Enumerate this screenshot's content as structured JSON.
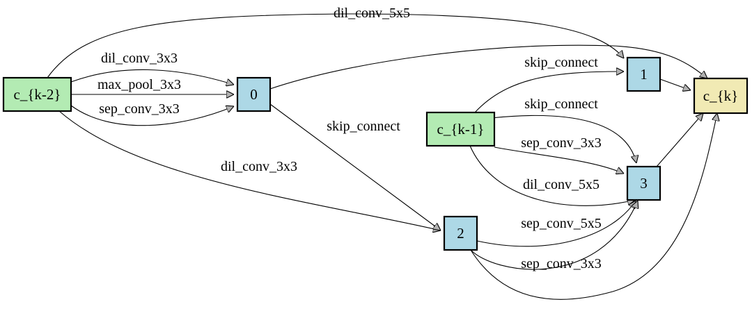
{
  "colors": {
    "input_node": "#b3ebb3",
    "intermediate_node": "#add8e6",
    "output_node": "#f1eab4",
    "edge": "#000000",
    "arrowhead": "#b0b0b0"
  },
  "nodes": [
    {
      "id": "ck2",
      "label": "c_{k-2}",
      "kind": "input_node"
    },
    {
      "id": "ck1",
      "label": "c_{k-1}",
      "kind": "input_node"
    },
    {
      "id": "n0",
      "label": "0",
      "kind": "intermediate_node"
    },
    {
      "id": "n1",
      "label": "1",
      "kind": "intermediate_node"
    },
    {
      "id": "n2",
      "label": "2",
      "kind": "intermediate_node"
    },
    {
      "id": "n3",
      "label": "3",
      "kind": "intermediate_node"
    },
    {
      "id": "ck",
      "label": "c_{k}",
      "kind": "output_node"
    }
  ],
  "edges": [
    {
      "id": "e-ck2-n1",
      "from": "ck2",
      "to": "n1",
      "label": "dil_conv_5x5"
    },
    {
      "id": "e-ck2-n0-a",
      "from": "ck2",
      "to": "n0",
      "label": "dil_conv_3x3"
    },
    {
      "id": "e-ck2-n0-b",
      "from": "ck2",
      "to": "n0",
      "label": "max_pool_3x3"
    },
    {
      "id": "e-ck2-n0-c",
      "from": "ck2",
      "to": "n0",
      "label": "sep_conv_3x3"
    },
    {
      "id": "e-ck2-n2",
      "from": "ck2",
      "to": "n2",
      "label": "dil_conv_3x3"
    },
    {
      "id": "e-n0-n2",
      "from": "n0",
      "to": "n2",
      "label": "skip_connect"
    },
    {
      "id": "e-n0-ck",
      "from": "n0",
      "to": "ck",
      "label": ""
    },
    {
      "id": "e-ck1-n1",
      "from": "ck1",
      "to": "n1",
      "label": "skip_connect"
    },
    {
      "id": "e-ck1-n3-a",
      "from": "ck1",
      "to": "n3",
      "label": "skip_connect"
    },
    {
      "id": "e-ck1-n3-b",
      "from": "ck1",
      "to": "n3",
      "label": "sep_conv_3x3"
    },
    {
      "id": "e-ck1-n3-c",
      "from": "ck1",
      "to": "n3",
      "label": "dil_conv_5x5"
    },
    {
      "id": "e-n2-n3-a",
      "from": "n2",
      "to": "n3",
      "label": "sep_conv_5x5"
    },
    {
      "id": "e-n2-n3-b",
      "from": "n2",
      "to": "n3",
      "label": "sep_conv_3x3"
    },
    {
      "id": "e-n2-ck",
      "from": "n2",
      "to": "ck",
      "label": ""
    },
    {
      "id": "e-n1-ck",
      "from": "n1",
      "to": "ck",
      "label": ""
    },
    {
      "id": "e-n3-ck",
      "from": "n3",
      "to": "ck",
      "label": ""
    }
  ]
}
